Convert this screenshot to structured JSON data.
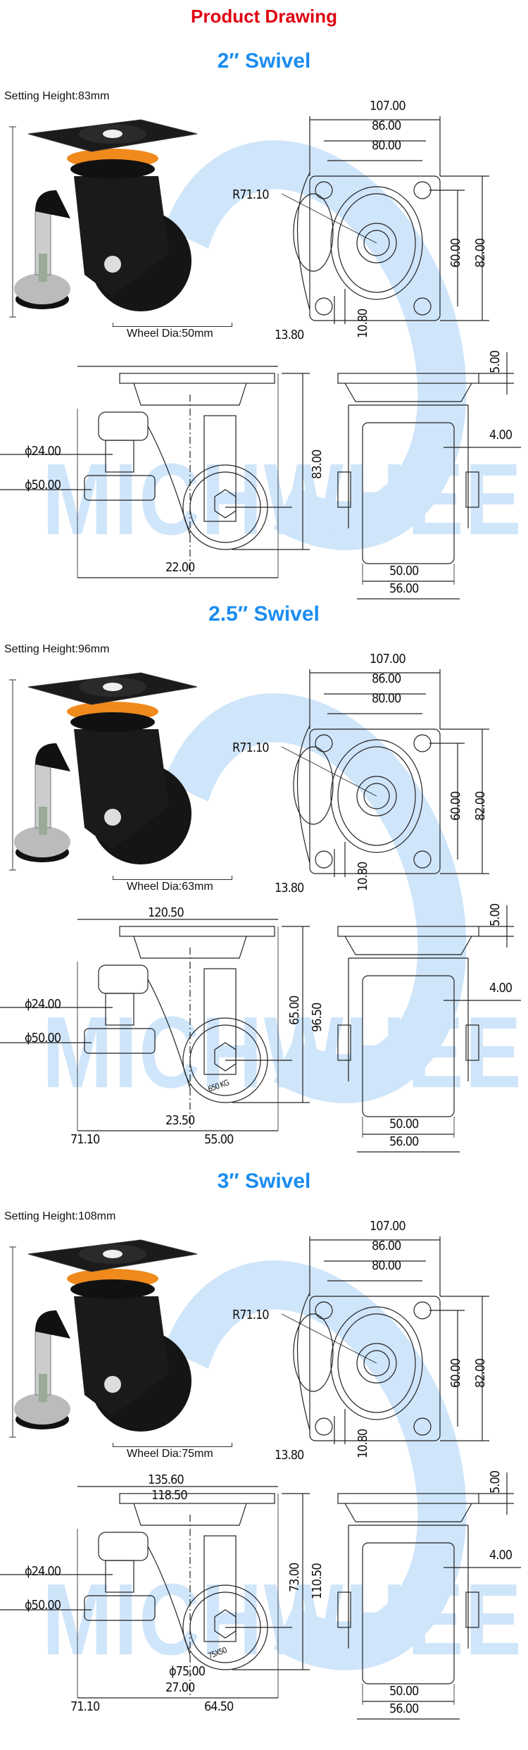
{
  "page_title": "Product Drawing",
  "watermark": "MICHWHEEL",
  "colors": {
    "title_red": "#e00010",
    "section_blue": "#1a8cf0",
    "watermark": "#cfe5fa",
    "ring_orange": "#f08a1c"
  },
  "sections": [
    {
      "title": "2″ Swivel",
      "setting_height": "Setting Height:83mm",
      "wheel_dia": "Wheel Dia:50mm",
      "top_view": {
        "w107": "107.00",
        "w86": "86.00",
        "w80": "80.00",
        "radius": "R71.10",
        "h60": "60.00",
        "h82": "82.00",
        "off1": "13.80",
        "off2": "10.80"
      },
      "side_view": {
        "phi24": "ϕ24.00",
        "phi50": "ϕ50.00",
        "height": "83.00",
        "offset": "22.00"
      },
      "front_view": {
        "top": "5.00",
        "gap": "4.00",
        "inner": "50.00",
        "outer": "56.00"
      }
    },
    {
      "title": "2.5″ Swivel",
      "setting_height": "Setting Height:96mm",
      "wheel_dia": "Wheel Dia:63mm",
      "top_view": {
        "w107": "107.00",
        "w86": "86.00",
        "w80": "80.00",
        "radius": "R71.10",
        "h60": "60.00",
        "h82": "82.00",
        "off1": "13.80",
        "off2": "10.80"
      },
      "side_view": {
        "overall": "120.50",
        "phi24": "ϕ24.00",
        "phi50": "ϕ50.00",
        "axle": "65.00",
        "height": "96.50",
        "offset": "23.50",
        "left": "71.10",
        "right": "55.00",
        "load": "650 KG"
      },
      "front_view": {
        "top": "5.00",
        "gap": "4.00",
        "inner": "50.00",
        "outer": "56.00"
      }
    },
    {
      "title": "3″ Swivel",
      "setting_height": "Setting Height:108mm",
      "wheel_dia": "Wheel Dia:75mm",
      "top_view": {
        "w107": "107.00",
        "w86": "86.00",
        "w80": "80.00",
        "radius": "R71.10",
        "h60": "60.00",
        "h82": "82.00",
        "off1": "13.80",
        "off2": "10.80"
      },
      "side_view": {
        "overall": "135.60",
        "overall2": "118.50",
        "phi24": "ϕ24.00",
        "phi50": "ϕ50.00",
        "axle": "73.00",
        "height": "110.50",
        "phi75": "ϕ75.00",
        "offset": "27.00",
        "left": "71.10",
        "right": "64.50",
        "load": "75X50"
      },
      "front_view": {
        "top": "5.00",
        "gap": "4.00",
        "inner": "50.00",
        "outer": "56.00"
      }
    }
  ]
}
